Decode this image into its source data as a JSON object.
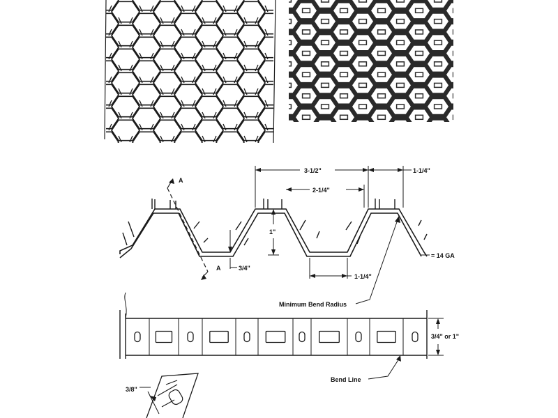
{
  "diagram": {
    "labels": {
      "section_mark_top": "A",
      "section_mark_bottom": "A",
      "pitch": "3-1/2\"",
      "top_flat": "2-1/4\"",
      "tab_spacing": "1-1/4\"",
      "depth": "1\"",
      "bottom_flat_height": "3/4\"",
      "bottom_flat": "1-1/4\"",
      "gauge": "= 14 GA",
      "min_bend_radius": "Minimum Bend Radius",
      "strip_width": "3/4\" or 1\"",
      "bend_line": "Bend Line",
      "tab_width": "3/8\""
    },
    "colors": {
      "ink": "#1a1a1a",
      "background": "#ffffff",
      "fill_dark": "#2a2a2a"
    }
  }
}
